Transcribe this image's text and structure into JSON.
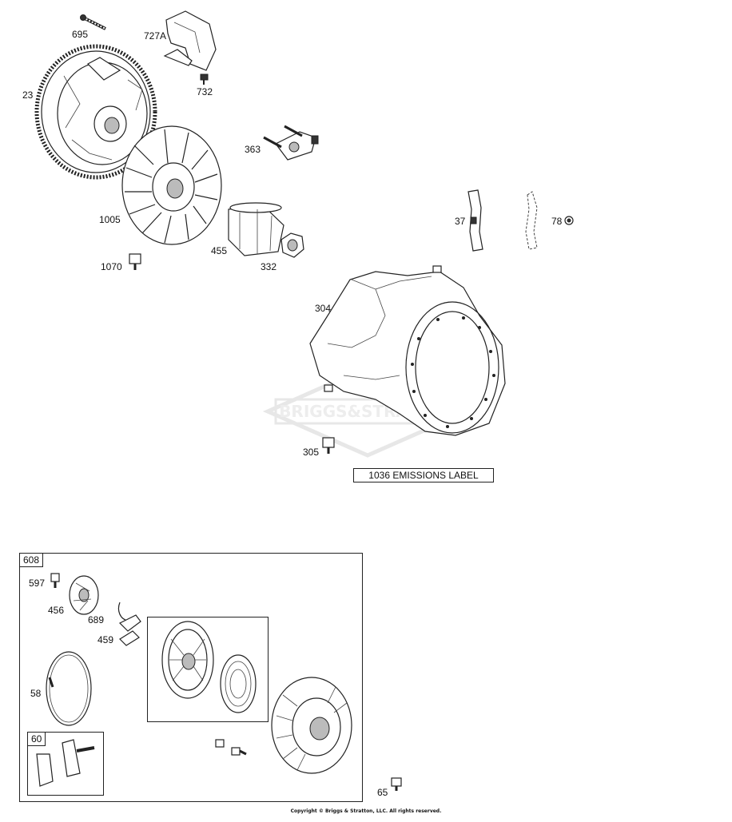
{
  "labels": {
    "p695": "695",
    "p727A": "727A",
    "p732": "732",
    "p23": "23",
    "p363": "363",
    "p1005": "1005",
    "p455": "455",
    "p332": "332",
    "p1070": "1070",
    "p37": "37",
    "p78": "78",
    "p304": "304",
    "p305": "305",
    "p608": "608",
    "p597": "597",
    "p456": "456",
    "p689": "689",
    "p459": "459",
    "p58": "58",
    "p60": "60",
    "p65": "65"
  },
  "emissions_label": "1036 EMISSIONS LABEL",
  "watermark": "BRIGGS&STRATTON",
  "copyright": "Copyright © Briggs & Stratton, LLC. All rights reserved."
}
